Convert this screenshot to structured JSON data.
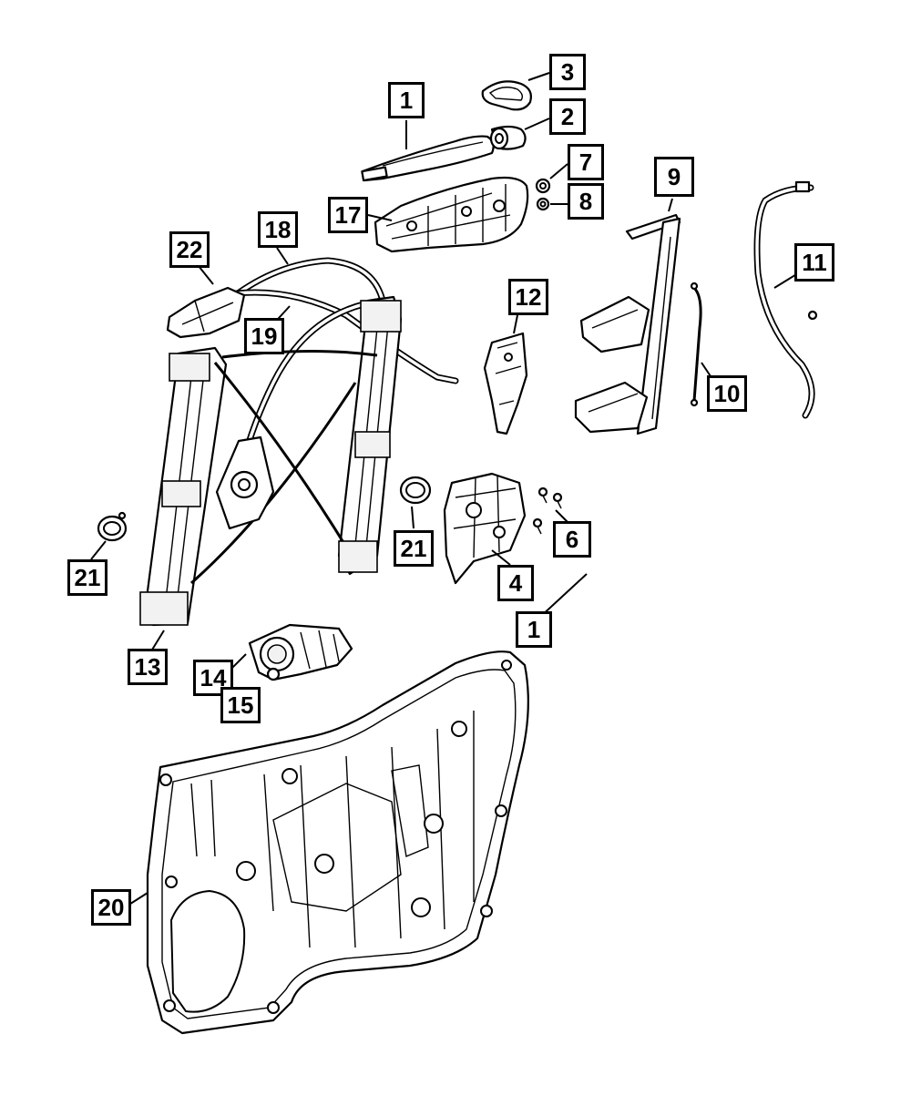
{
  "callouts": [
    {
      "id": "c1a",
      "label": "1"
    },
    {
      "id": "c2",
      "label": "2"
    },
    {
      "id": "c3",
      "label": "3"
    },
    {
      "id": "c7",
      "label": "7"
    },
    {
      "id": "c8",
      "label": "8"
    },
    {
      "id": "c9",
      "label": "9"
    },
    {
      "id": "c17",
      "label": "17"
    },
    {
      "id": "c18",
      "label": "18"
    },
    {
      "id": "c22",
      "label": "22"
    },
    {
      "id": "c19",
      "label": "19"
    },
    {
      "id": "c12",
      "label": "12"
    },
    {
      "id": "c11",
      "label": "11"
    },
    {
      "id": "c10",
      "label": "10"
    },
    {
      "id": "c6",
      "label": "6"
    },
    {
      "id": "c21a",
      "label": "21"
    },
    {
      "id": "c21b",
      "label": "21"
    },
    {
      "id": "c4",
      "label": "4"
    },
    {
      "id": "c1b",
      "label": "1"
    },
    {
      "id": "c13",
      "label": "13"
    },
    {
      "id": "c14",
      "label": "14"
    },
    {
      "id": "c15",
      "label": "15"
    },
    {
      "id": "c20",
      "label": "20"
    }
  ]
}
